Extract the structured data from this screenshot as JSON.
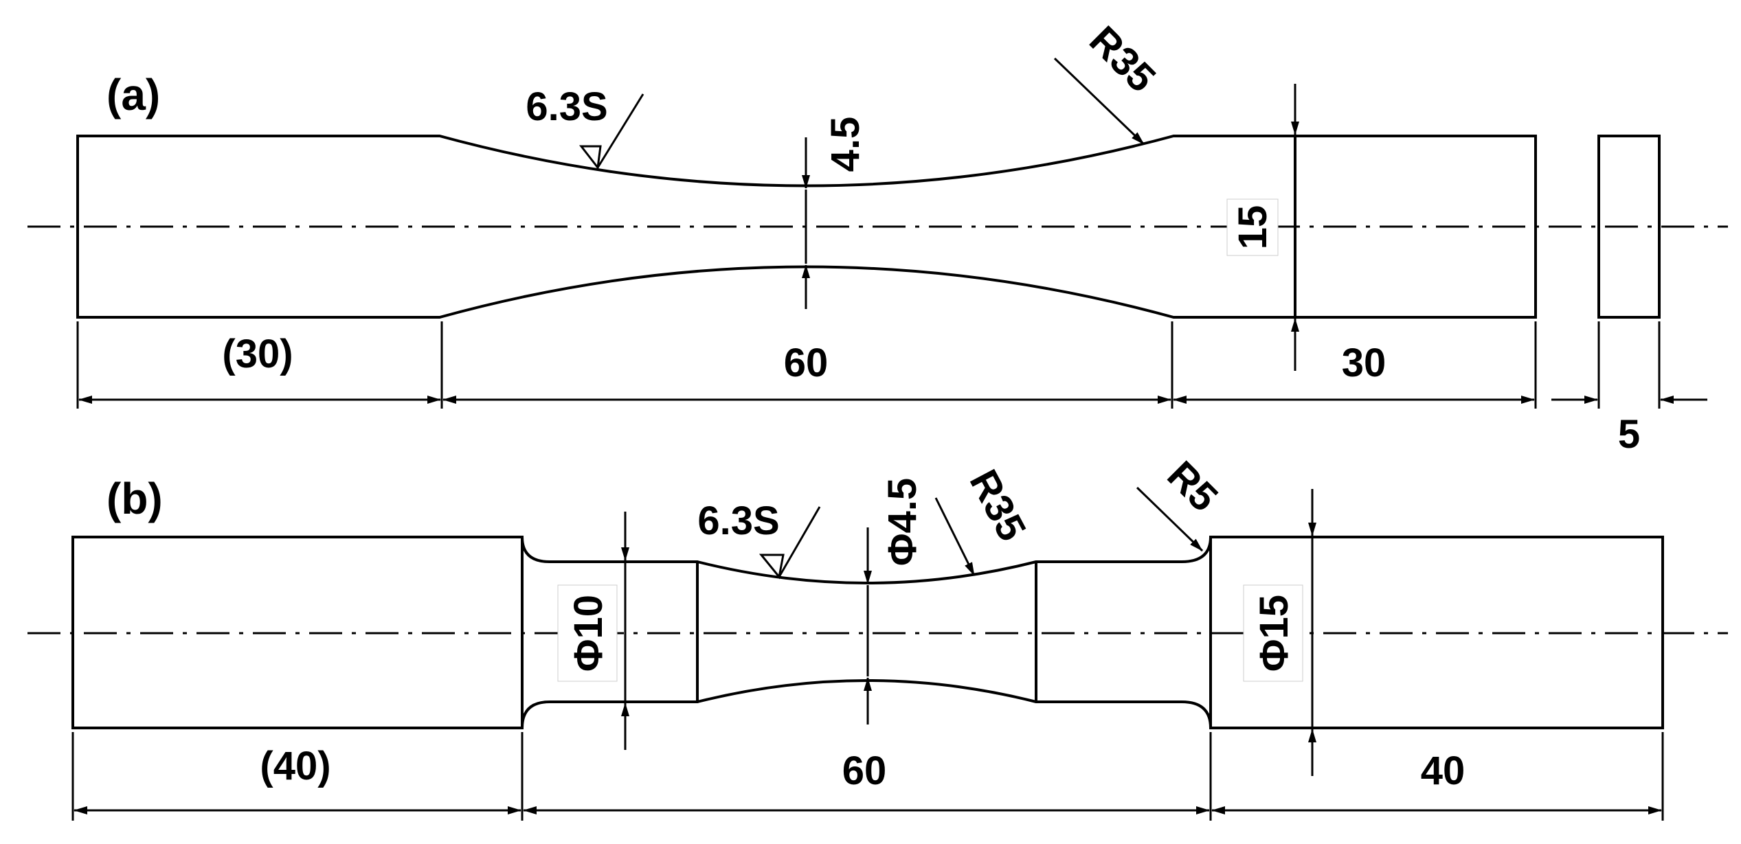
{
  "figure_a": {
    "label": "(a)",
    "roughness": "6.3S",
    "radius": "R35",
    "gauge_thickness": "4.5",
    "grip_width": "15",
    "left_length": "(30)",
    "middle_length": "60",
    "right_length": "30",
    "side_thickness": "5"
  },
  "figure_b": {
    "label": "(b)",
    "roughness": "6.3S",
    "gauge_diameter": "Φ4.5",
    "radius_large": "R35",
    "radius_small": "R5",
    "step_diameter": "Φ10",
    "grip_diameter": "Φ15",
    "left_length": "(40)",
    "middle_length": "60",
    "right_length": "40"
  }
}
